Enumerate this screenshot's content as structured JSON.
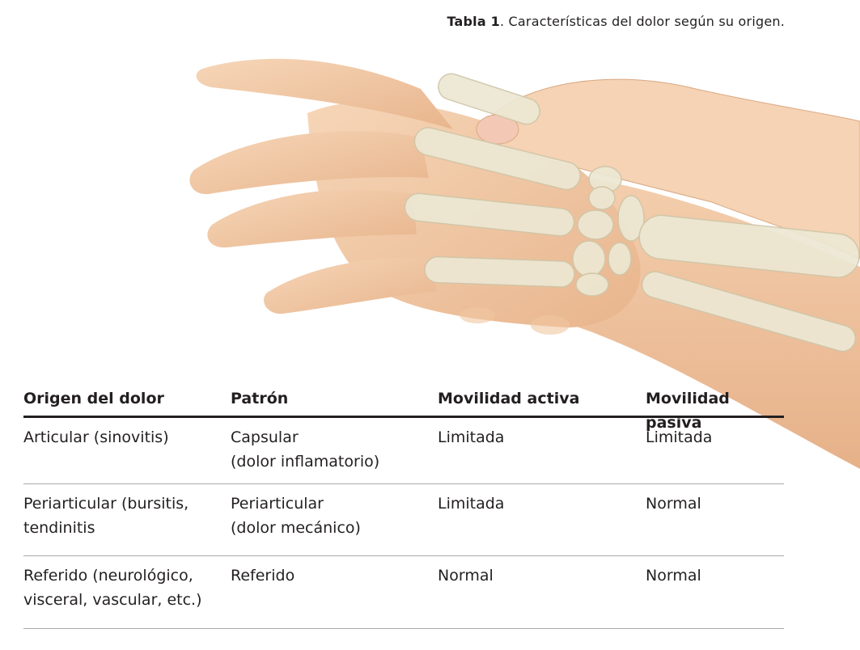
{
  "caption": {
    "label": "Tabla 1",
    "text": ". Características del dolor según su origen."
  },
  "table": {
    "headers": [
      "Origen del dolor",
      "Patrón",
      "Movilidad activa",
      "Movilidad pasiva"
    ],
    "rows": [
      {
        "origen": [
          "Articular (sinovitis)"
        ],
        "patron": [
          "Capsular",
          "(dolor inflamatorio)"
        ],
        "activa": "Limitada",
        "pasiva": "Limitada"
      },
      {
        "origen": [
          "Periarticular (bursitis,",
          "tendinitis"
        ],
        "patron": [
          "Periarticular",
          "(dolor mecánico)"
        ],
        "activa": "Limitada",
        "pasiva": "Normal"
      },
      {
        "origen": [
          "Referido (neurológico,",
          "visceral, vascular, etc.)"
        ],
        "patron": [
          "Referido"
        ],
        "activa": "Normal",
        "pasiva": "Normal"
      }
    ]
  },
  "colors": {
    "skin": "#f2c9a4",
    "bone": "#e9e4cf",
    "text": "#231f20",
    "rule": "#a7a9ac"
  }
}
